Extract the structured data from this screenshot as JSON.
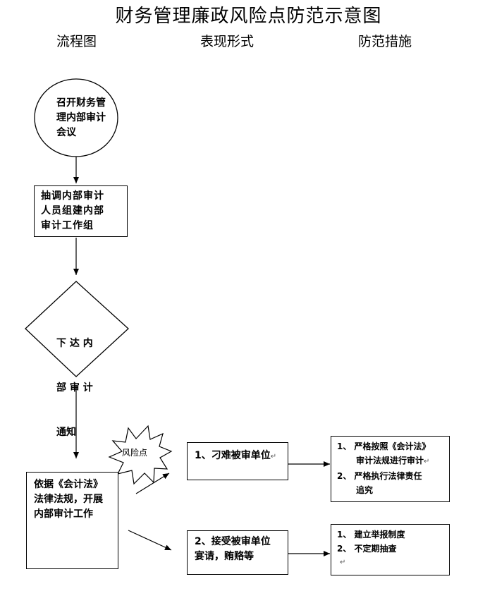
{
  "title": "财务管理廉政风险点防范示意图",
  "columns": [
    "流程图",
    "表现形式",
    "防范措施"
  ],
  "flow": {
    "step1": [
      "召开财务管",
      "理内部审计",
      "会议"
    ],
    "step2": [
      "抽调内部审计",
      "人员组建内部",
      "审计工作组"
    ],
    "step3": [
      "下 达 内",
      "部 审 计",
      "通知"
    ],
    "step4": [
      "依据《会计法》",
      "法律法规，开展",
      "内部审计工作"
    ]
  },
  "risk_label": "风险点",
  "forms": [
    {
      "lines": [
        "1、刁难被审单位"
      ]
    },
    {
      "lines": [
        "2、接受被审单位",
        "宴请，贿赂等"
      ]
    }
  ],
  "measures": [
    {
      "lines": [
        "1、 严格按照《会计法》",
        "审计法规进行审计",
        "2、 严格执行法律责任",
        "追究"
      ]
    },
    {
      "lines": [
        "1、 建立举报制度",
        "2、 不定期抽查"
      ]
    }
  ],
  "para_mark": "↵"
}
